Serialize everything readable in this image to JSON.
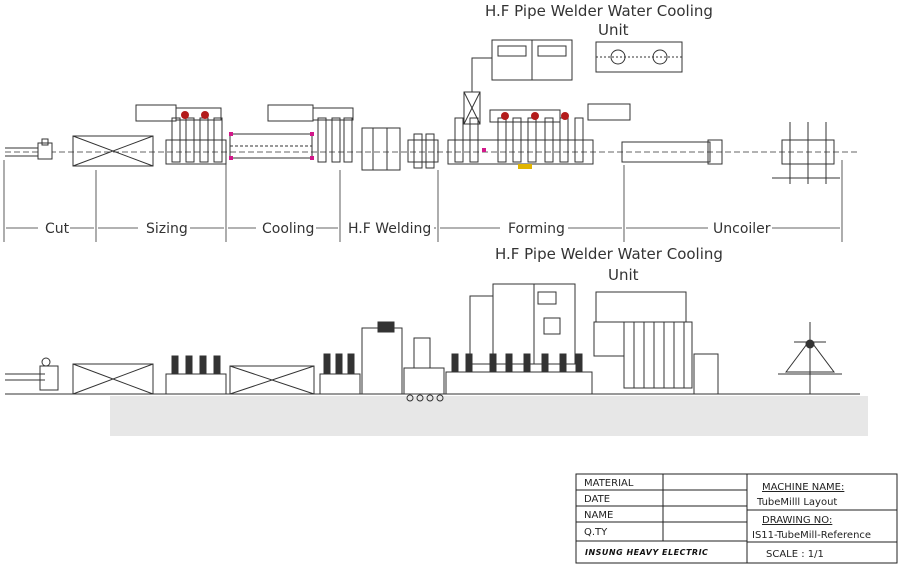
{
  "plan": {
    "water_unit_label_1": "H.F  Pipe  Welder Water  Cooling",
    "water_unit_label_2": "Unit",
    "sections": [
      "Cut",
      "Sizing",
      "Cooling",
      "H.F  Welding",
      "Forming",
      "Uncoiler"
    ]
  },
  "elevation": {
    "water_unit_label_1": "H.F  Pipe  Welder Water  Cooling",
    "water_unit_label_2": "Unit"
  },
  "title_block": {
    "fields": [
      "MATERIAL",
      "DATE",
      "NAME",
      "Q.TY"
    ],
    "company": "INSUNG HEAVY ELECTRIC",
    "machine_name_label": "MACHINE  NAME:",
    "machine_name": "TubeMilll  Layout",
    "drawing_no_label": "DRAWING  NO:",
    "drawing_no": "IS11-TubeMill-Reference",
    "scale": "SCALE  :  1/1"
  },
  "colors": {
    "line": "#333333",
    "accent_magenta": "#d2188a",
    "accent_red": "#b31b1b"
  }
}
